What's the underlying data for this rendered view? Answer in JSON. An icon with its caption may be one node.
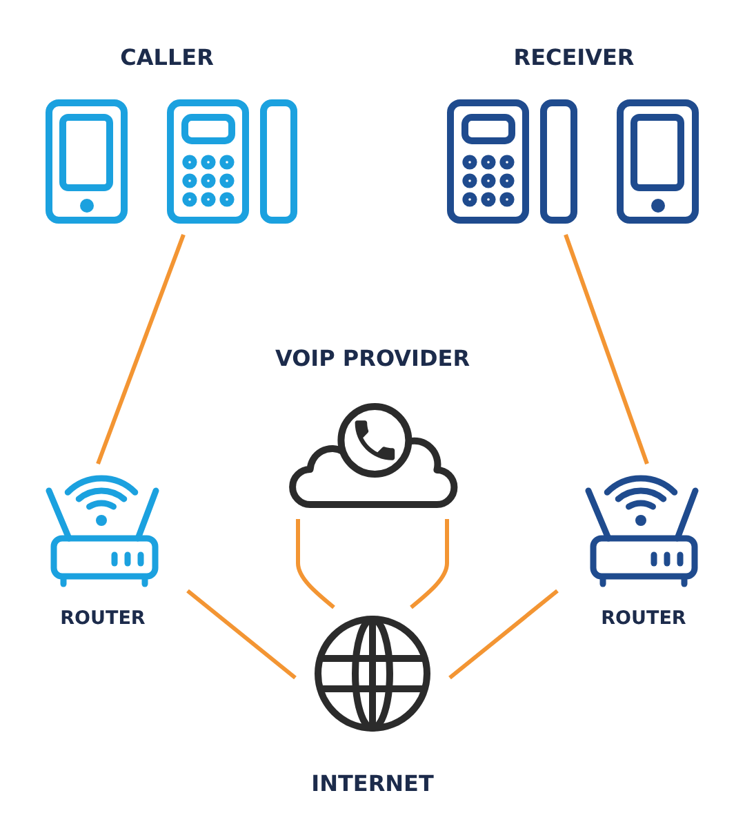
{
  "diagram": {
    "nodes": [
      {
        "text": [
          "CALLER"
        ]
      },
      {
        "text": [
          "RECEIVER"
        ]
      },
      {
        "text": [
          "VOIP PROVIDER"
        ]
      },
      {
        "text": [
          "ROUTER"
        ]
      },
      {
        "text": [
          "ROUTER"
        ]
      },
      {
        "text": [
          "INTERNET"
        ]
      }
    ],
    "edges": [
      {
        "from": 0,
        "to": 3,
        "arrow": "none"
      },
      {
        "from": 1,
        "to": 4,
        "arrow": "none"
      },
      {
        "from": 2,
        "to": 5,
        "arrow": "none"
      },
      {
        "from": 2,
        "to": 5,
        "arrow": "none"
      },
      {
        "from": 3,
        "to": 5,
        "arrow": "none"
      },
      {
        "from": 4,
        "to": 5,
        "arrow": "none"
      }
    ]
  }
}
